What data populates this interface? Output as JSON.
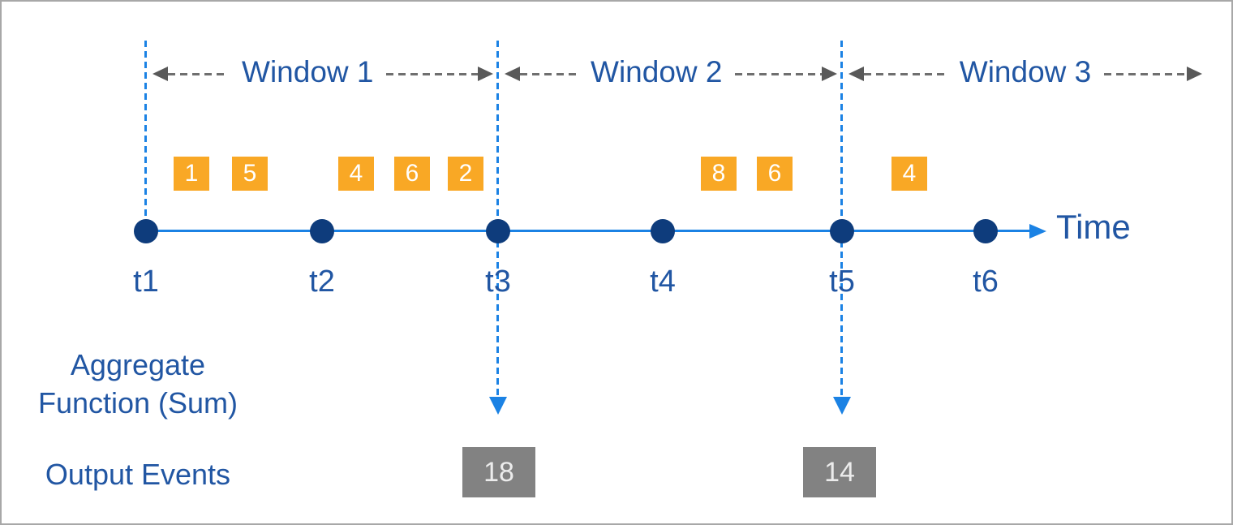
{
  "diagram_type": "tumbling-window-aggregation",
  "windows": [
    {
      "label": "Window 1",
      "events": [
        "1",
        "5",
        "4",
        "6",
        "2"
      ],
      "output_sum": "18"
    },
    {
      "label": "Window 2",
      "events": [
        "8",
        "6"
      ],
      "output_sum": "14"
    },
    {
      "label": "Window 3",
      "events": [
        "4"
      ]
    }
  ],
  "timeline": {
    "axis_label": "Time",
    "ticks": [
      "t1",
      "t2",
      "t3",
      "t4",
      "t5",
      "t6"
    ]
  },
  "aggregate_label": {
    "line1": "Aggregate",
    "line2": "Function (Sum)"
  },
  "output_label": "Output Events",
  "colors": {
    "event_box": "#F9A825",
    "event_text": "#FFFFFF",
    "timeline_blue": "#1B82E4",
    "dot_navy": "#0E3C7C",
    "text_blue": "#2156A3",
    "window_arrow_gray": "#595959",
    "output_box_gray": "#828282",
    "border_gray": "#A8A8A8"
  }
}
